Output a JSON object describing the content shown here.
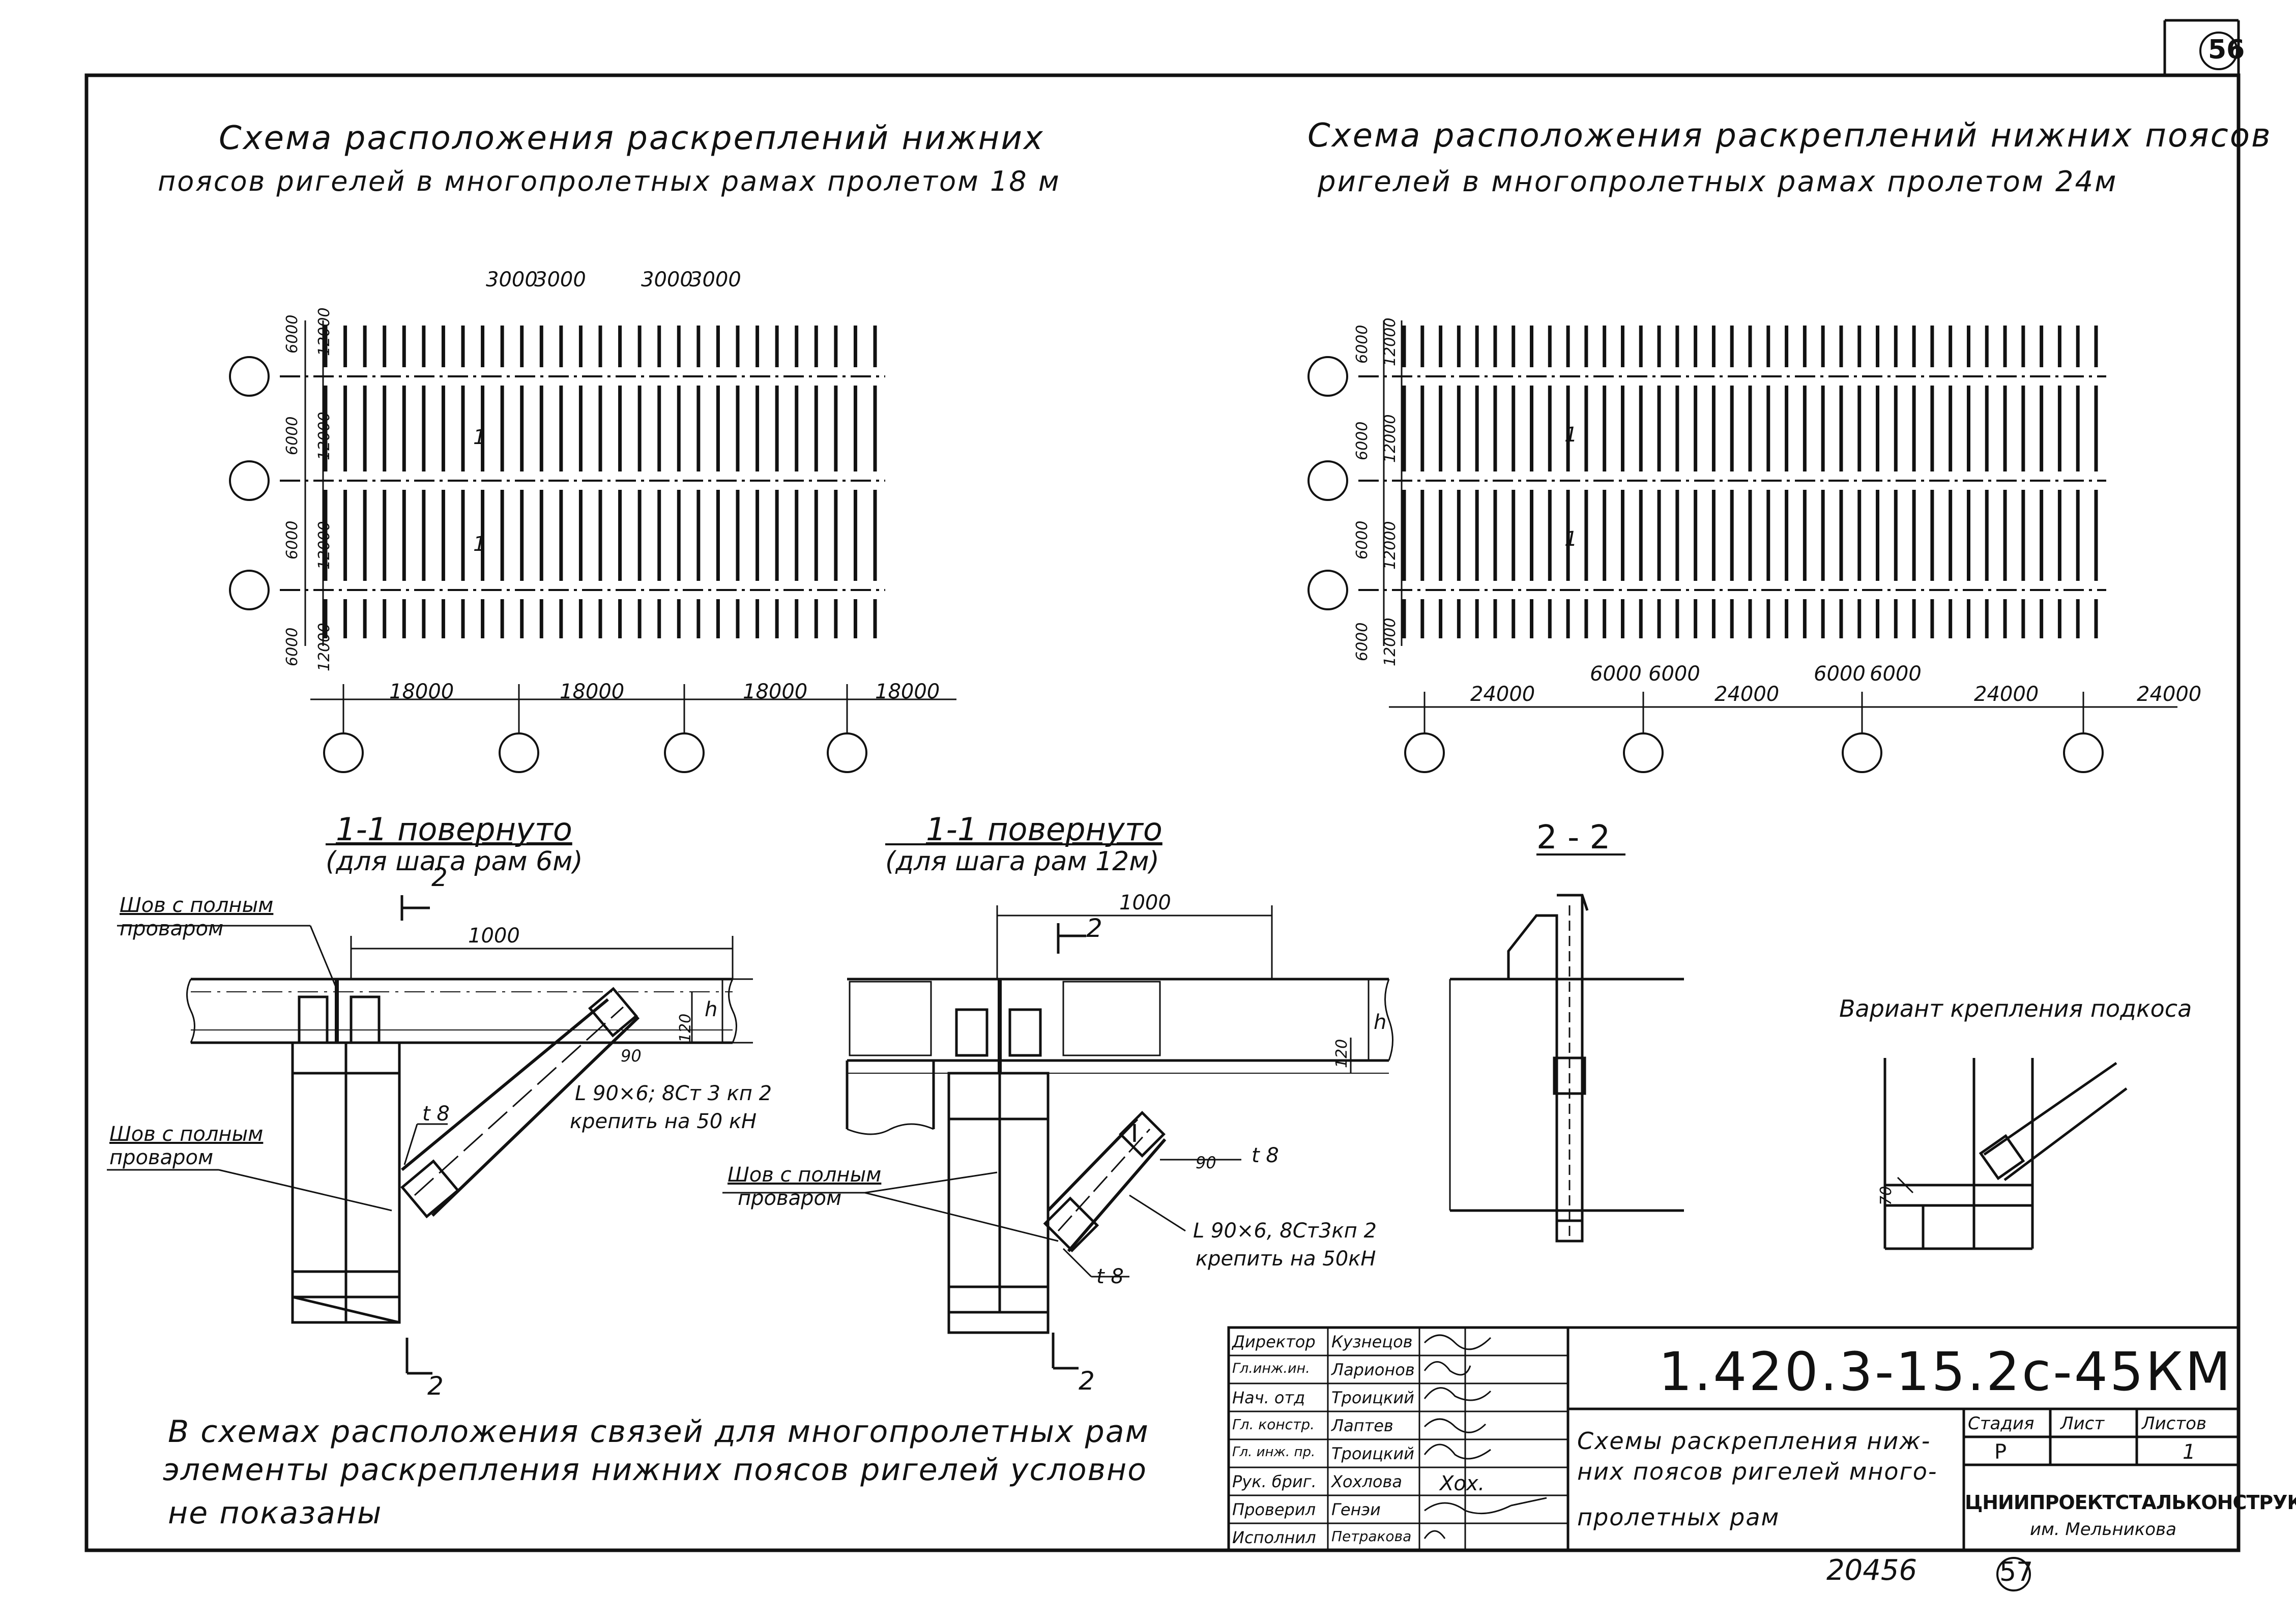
{
  "sheet_number": "56",
  "left_scheme": {
    "title_line1": "Схема расположения раскреплений нижних",
    "title_line2": "поясов ригелей в многопролетных рамах пролетом 18 м",
    "top_dims": [
      "3000",
      "3000",
      "3000",
      "3000"
    ],
    "left_dims": [
      "6000",
      "12000",
      "6000",
      "12000",
      "6000",
      "12000",
      "6000",
      "12000"
    ],
    "bottom_dims": [
      "18000",
      "18000",
      "18000",
      "18000"
    ],
    "section_mark": "1"
  },
  "right_scheme": {
    "title_line1": "Схема расположения раскреплений нижних поясов",
    "title_line2": "ригелей в многопролетных рамах пролетом 24м",
    "left_dims": [
      "6000",
      "12000",
      "6000",
      "12000",
      "6000",
      "12000",
      "6000",
      "12000"
    ],
    "bottom_dims": [
      "24000",
      "24000",
      "24000",
      "24000"
    ],
    "inner_dims": [
      "6000",
      "6000",
      "6000",
      "6000"
    ],
    "section_mark": "1"
  },
  "section_6m": {
    "title": "1-1 повернуто",
    "subtitle": "(для шага рам 6м)",
    "weld_label_top_1": "Шов с полным",
    "weld_label_top_2": "проваром",
    "weld_label_mid_1": "Шов с полным",
    "weld_label_mid_2": "проваром",
    "cut_mark": "2",
    "dim_1000": "1000",
    "dim_120": "120",
    "dim_h": "h",
    "dim_90": "90",
    "plate": "t 8",
    "angle_spec": "L 90×6; 8Ст 3 кп 2",
    "bolt_spec": "крепить на 50 кН"
  },
  "section_12m": {
    "title": "1-1 повернуто",
    "subtitle": "(для шага рам 12м)",
    "weld_label_1": "Шов с полным",
    "weld_label_2": "проваром",
    "cut_mark": "2",
    "dim_1000": "1000",
    "dim_120": "120",
    "dim_h": "h",
    "dim_90": "90",
    "plate_top": "t 8",
    "plate_bottom": "t 8",
    "angle_spec": "L 90×6, 8Ст3кп 2",
    "bolt_spec": "крепить на 50кН"
  },
  "section_2_2": {
    "title": "2 - 2"
  },
  "variant": {
    "title": "Вариант крепления подкоса",
    "dim_70": "70"
  },
  "note": {
    "line1": "В схемах расположения связей для многопролетных рам",
    "line2": "элементы раскрепления нижних поясов ригелей условно",
    "line3": "не показаны"
  },
  "title_block": {
    "rows": [
      {
        "role": "Директор",
        "name": "Кузнецов"
      },
      {
        "role": "Гл.инж.ин.",
        "name": "Ларионов"
      },
      {
        "role": "Нач. отд",
        "name": "Троицкий"
      },
      {
        "role": "Гл. констр.",
        "name": "Лаптев"
      },
      {
        "role": "Гл. инж. пр.",
        "name": "Троицкий"
      },
      {
        "role": "Рук. бриг.",
        "name": "Хохлова"
      },
      {
        "role": "Проверил",
        "name": "Генэи"
      },
      {
        "role": "Исполнил",
        "name": "Петракова"
      }
    ],
    "signature_text": "Хох.",
    "doc_code": "1.420.3-15.2с-45КМ",
    "description_line1": "Схемы раскрепления ниж-",
    "description_line2": "них поясов ригелей много-",
    "description_line3": "пролетных рам",
    "stage_label": "Стадия",
    "sheet_label": "Лист",
    "sheets_label": "Листов",
    "stage_value": "Р",
    "sheets_value": "1",
    "org_line1": "ЦНИИПРОЕКТСТАЛЬКОНСТРУКЦИЯ",
    "org_line2": "им. Мельникова"
  },
  "inventory_number": "20456",
  "page_number": "57"
}
